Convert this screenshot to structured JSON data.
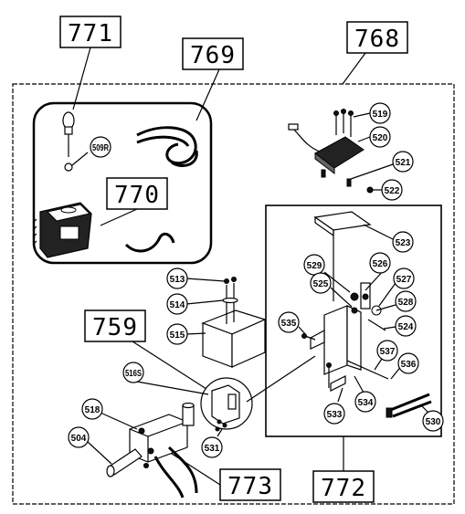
{
  "callout_boxes": {
    "b771": "771",
    "b769": "769",
    "b768": "768",
    "b770": "770",
    "b759": "759",
    "b773": "773",
    "b772": "772"
  },
  "part_labels": {
    "p509R": "509R",
    "p519": "519",
    "p520": "520",
    "p521": "521",
    "p522": "522",
    "p523": "523",
    "p529": "529",
    "p526": "526",
    "p525": "525",
    "p527": "527",
    "p528": "528",
    "p513": "513",
    "p514": "514",
    "p515": "515",
    "p535": "535",
    "p524": "524",
    "p537": "537",
    "p536": "536",
    "p516S": "516S",
    "p518": "518",
    "p534": "534",
    "p533": "533",
    "p530": "530",
    "p531": "531",
    "p504": "504"
  }
}
